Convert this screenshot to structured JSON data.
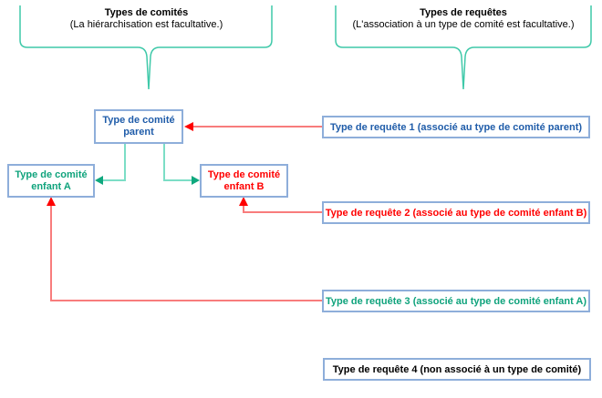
{
  "diagram_title": "Types de comités / Types de requêtes association diagram",
  "braces": {
    "left": {
      "title": "Types de comités",
      "subtitle": "(La hiérarchisation est facultative.)"
    },
    "right": {
      "title": "Types de requêtes",
      "subtitle": "(L'association à un type de comité est facultative.)"
    }
  },
  "committees": {
    "parent": {
      "label_line1": "Type de comité",
      "label_line2": "parent"
    },
    "child_a": {
      "label_line1": "Type de comité",
      "label_line2": "enfant A"
    },
    "child_b": {
      "label_line1": "Type de comité",
      "label_line2": "enfant B"
    }
  },
  "requests": {
    "req1": {
      "label": "Type de requête 1 (associé au type de comité parent)"
    },
    "req2": {
      "label": "Type de requête 2 (associé au type de comité enfant B)"
    },
    "req3": {
      "label": "Type de requête 3 (associé au type de comité enfant A)"
    },
    "req4": {
      "label": "Type de requête 4 (non associé à un type de comité)"
    }
  },
  "colors": {
    "box_border_blue": "#8eaeda",
    "text_blue": "#1f5ca9",
    "text_teal": "#0fa37c",
    "text_red": "#ff0000",
    "text_black": "#000000",
    "brace_teal": "#3fc9a9",
    "connector_teal_line": "#7cdec6",
    "connector_teal_arrow": "#0fa87e",
    "connector_red_line": "#f87c7c",
    "connector_red_arrow": "#ff0000"
  }
}
